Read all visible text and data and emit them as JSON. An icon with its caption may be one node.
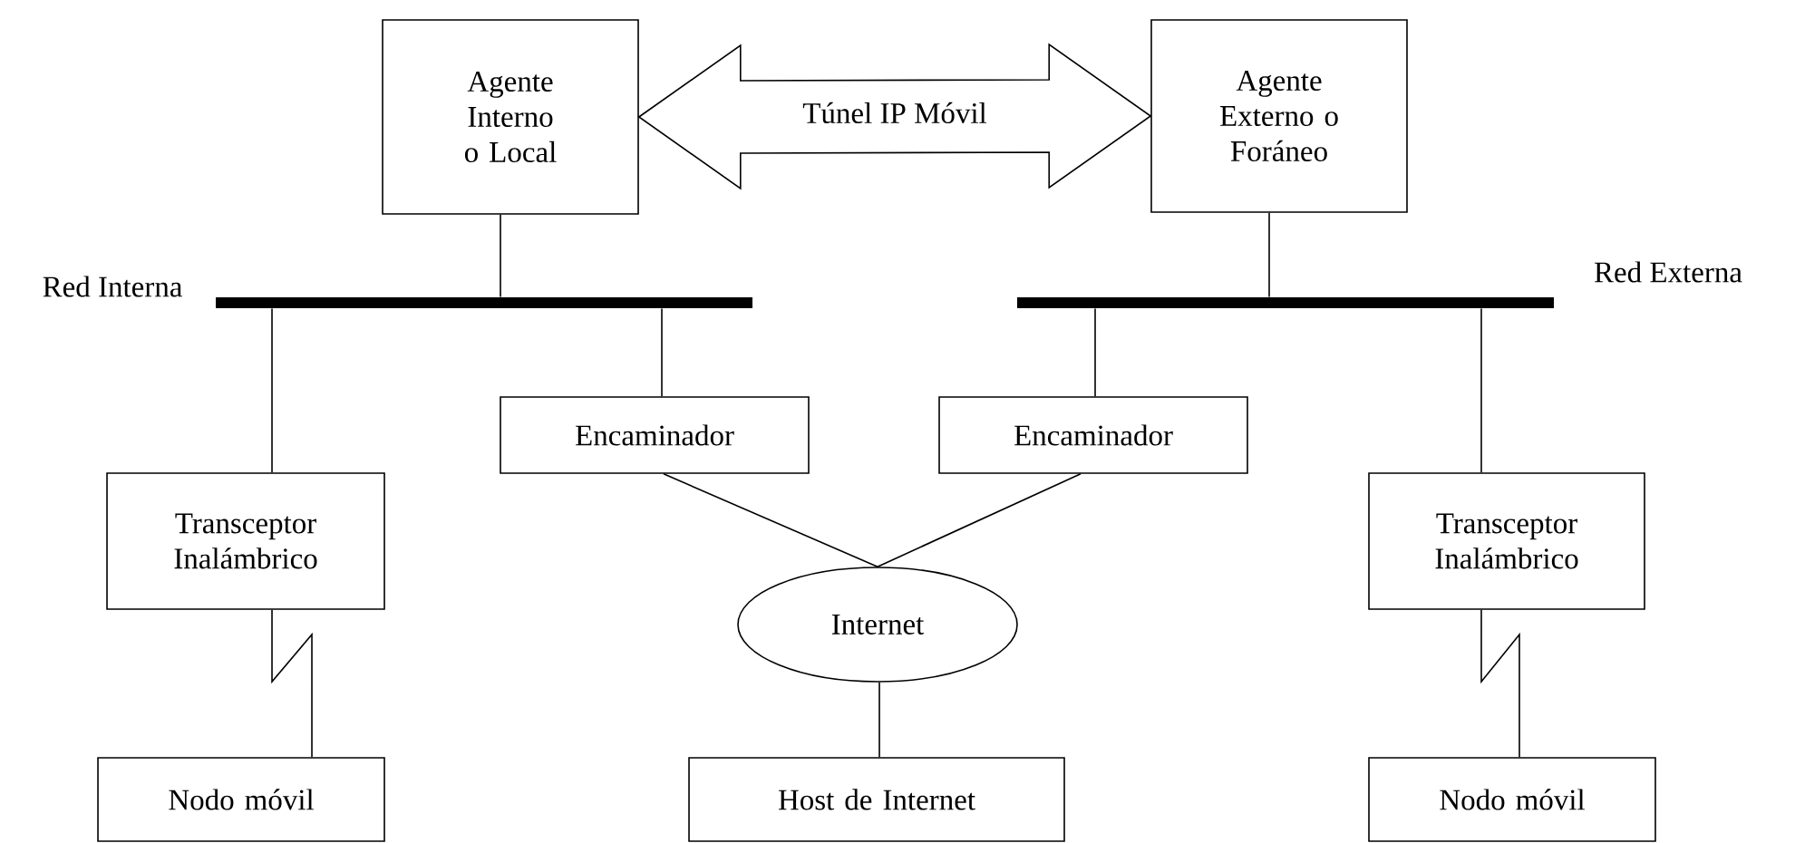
{
  "diagram": {
    "nodes": [
      {
        "text": [
          "Agente Interno o Local"
        ]
      },
      {
        "text": [
          "Agente Externo o Foráneo"
        ]
      },
      {
        "text": [],
        "shape": "bar",
        "beside": [
          "Red Interna"
        ]
      },
      {
        "text": [],
        "shape": "bar",
        "beside": [
          "Red Externa"
        ]
      },
      {
        "text": [
          "Encaminador"
        ]
      },
      {
        "text": [
          "Encaminador"
        ]
      },
      {
        "text": [
          "Transceptor Inalámbrico"
        ]
      },
      {
        "text": [
          "Internet"
        ]
      },
      {
        "text": [
          "Transceptor Inalámbrico"
        ]
      },
      {
        "text": [
          "Nodo móvil"
        ]
      },
      {
        "text": [
          "Host de Internet"
        ]
      },
      {
        "text": [
          "Nodo móvil"
        ]
      }
    ],
    "edges": [
      {
        "from": 0,
        "to": 1,
        "arrow": "both",
        "label": "Túnel IP Móvil",
        "style": "thick"
      },
      {
        "from": 0,
        "to": 2,
        "arrow": "none"
      },
      {
        "from": 1,
        "to": 3,
        "arrow": "none"
      },
      {
        "from": 2,
        "to": 6,
        "arrow": "none"
      },
      {
        "from": 2,
        "to": 4,
        "arrow": "none"
      },
      {
        "from": 3,
        "to": 5,
        "arrow": "none"
      },
      {
        "from": 3,
        "to": 8,
        "arrow": "none"
      },
      {
        "from": 4,
        "to": 7,
        "arrow": "none"
      },
      {
        "from": 5,
        "to": 7,
        "arrow": "none"
      },
      {
        "from": 6,
        "to": 9,
        "arrow": "none"
      },
      {
        "from": 7,
        "to": 10,
        "arrow": "none"
      },
      {
        "from": 8,
        "to": 11,
        "arrow": "none"
      }
    ]
  }
}
